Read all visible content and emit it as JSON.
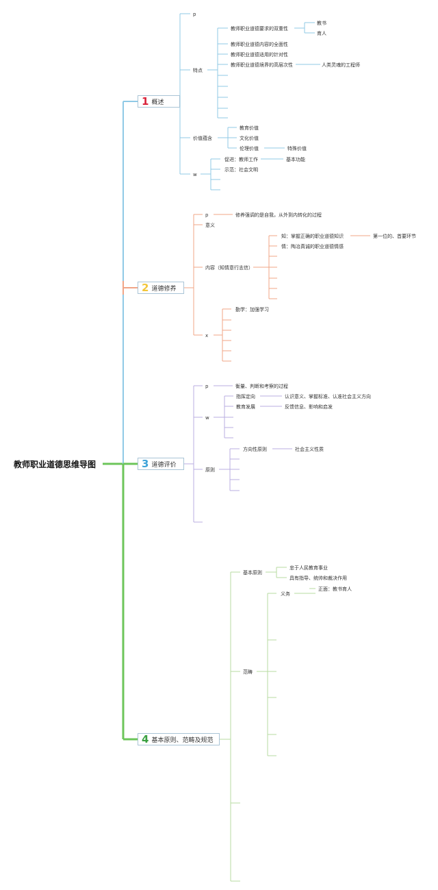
{
  "root": "教师职业道德思维导图",
  "branches": [
    {
      "num": "1",
      "label": "概述",
      "num_color": "#d9223a",
      "line_color": "#8fc9e6",
      "nodes": {
        "p": "p",
        "features": "特点",
        "f1": "教师职业道德要求的双重性",
        "f1a": "教书",
        "f1b": "育人",
        "f2": "教师职业道德内容的全面性",
        "f3": "教师职业道德适用的针对性",
        "f4": "教师职业道德境界的高层次性",
        "f4a": "人类灵魂的工程师",
        "value": "价值蕴含",
        "v1": "教育价值",
        "v2": "文化价值",
        "v3": "伦理价值",
        "v3a": "特殊价值",
        "w": "w",
        "w1": "促进：教师工作",
        "w1a": "基本功能",
        "w2": "示范：社会文明"
      }
    },
    {
      "num": "2",
      "label": "道德修养",
      "num_color": "#f2c63b",
      "line_color": "#f0a486",
      "nodes": {
        "p": "p",
        "pa": "修养强调的是自我，从外到内转化的过程",
        "meaning": "意义",
        "content": "内容（知情意行志信）",
        "c1": "知：掌握正确的职业道德知识",
        "c1a": "第一位的、首要环节",
        "c2": "情：陶冶真诚的职业道德情感",
        "x": "x",
        "x1": "勤学：加强学习"
      }
    },
    {
      "num": "3",
      "label": "道德评价",
      "num_color": "#3ea3d8",
      "line_color": "#b9aee0",
      "nodes": {
        "p": "p",
        "pa": "衡量、判断和考察的过程",
        "w": "w",
        "w1": "指挥定向",
        "w1a": "认识意义、掌握标准、认准社会主义方向",
        "w2": "教育发展",
        "w2a": "反馈信息、影响和启发",
        "principle": "原则",
        "r1": "方向性原则",
        "r1a": "社会主义性质"
      }
    },
    {
      "num": "4",
      "label": "基本原则、范畴及规范",
      "num_color": "#3aa041",
      "line_color": "#b7dba0",
      "nodes": {
        "basic": "基本原则",
        "b1": "忠于人民教育事业",
        "b2": "具有指导、统帅和裁决作用",
        "category": "范畴",
        "duty": "义务",
        "duty_a": "正面：教书育人"
      }
    }
  ]
}
